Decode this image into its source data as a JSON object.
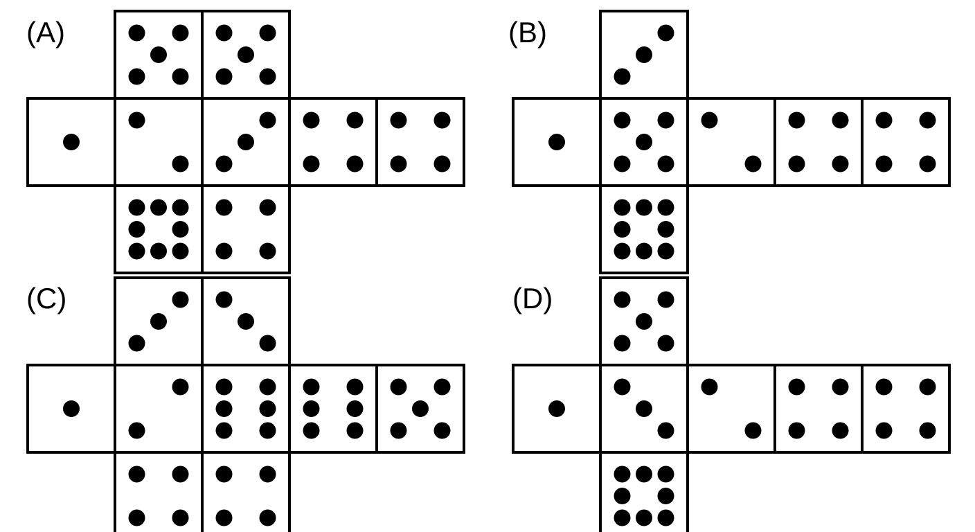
{
  "colors": {
    "line": "#000000",
    "pip": "#000000",
    "background": "#ffffff"
  },
  "options": [
    {
      "label": "(A)",
      "faces": [
        {
          "cell": [
            1,
            0
          ],
          "pips": [
            "tl",
            "tr",
            "c",
            "bl",
            "br"
          ]
        },
        {
          "cell": [
            2,
            0
          ],
          "pips": [
            "tl",
            "tr",
            "c",
            "bl",
            "br"
          ]
        },
        {
          "cell": [
            0,
            1
          ],
          "pips": [
            "c"
          ]
        },
        {
          "cell": [
            1,
            1
          ],
          "pips": [
            "tl",
            "br"
          ]
        },
        {
          "cell": [
            2,
            1
          ],
          "pips": [
            "tr",
            "c",
            "bl"
          ]
        },
        {
          "cell": [
            3,
            1
          ],
          "pips": [
            "tl",
            "tr",
            "bl",
            "br"
          ]
        },
        {
          "cell": [
            4,
            1
          ],
          "pips": [
            "tl",
            "tr",
            "bl",
            "br"
          ]
        },
        {
          "cell": [
            1,
            2
          ],
          "pips": [
            "tl",
            "tc",
            "tr",
            "ml",
            "mr",
            "bl",
            "bc",
            "br"
          ]
        },
        {
          "cell": [
            2,
            2
          ],
          "pips": [
            "tl",
            "tr",
            "bl",
            "br"
          ]
        }
      ]
    },
    {
      "label": "(B)",
      "faces": [
        {
          "cell": [
            1,
            0
          ],
          "pips": [
            "tr",
            "c",
            "bl"
          ]
        },
        {
          "cell": [
            0,
            1
          ],
          "pips": [
            "c"
          ]
        },
        {
          "cell": [
            1,
            1
          ],
          "pips": [
            "tl",
            "tr",
            "c",
            "bl",
            "br"
          ]
        },
        {
          "cell": [
            2,
            1
          ],
          "pips": [
            "tl",
            "br"
          ]
        },
        {
          "cell": [
            3,
            1
          ],
          "pips": [
            "tl",
            "tr",
            "bl",
            "br"
          ]
        },
        {
          "cell": [
            4,
            1
          ],
          "pips": [
            "tl",
            "tr",
            "bl",
            "br"
          ]
        },
        {
          "cell": [
            1,
            2
          ],
          "pips": [
            "tl",
            "tc",
            "tr",
            "ml",
            "mr",
            "bl",
            "bc",
            "br"
          ]
        }
      ]
    },
    {
      "label": "(C)",
      "faces": [
        {
          "cell": [
            1,
            0
          ],
          "pips": [
            "tr",
            "c",
            "bl"
          ]
        },
        {
          "cell": [
            2,
            0
          ],
          "pips": [
            "tl",
            "c",
            "br"
          ]
        },
        {
          "cell": [
            0,
            1
          ],
          "pips": [
            "c"
          ]
        },
        {
          "cell": [
            1,
            1
          ],
          "pips": [
            "tr",
            "bl"
          ]
        },
        {
          "cell": [
            2,
            1
          ],
          "pips": [
            "tl",
            "tr",
            "ml",
            "mr",
            "bl",
            "br"
          ]
        },
        {
          "cell": [
            3,
            1
          ],
          "pips": [
            "tl",
            "tr",
            "ml",
            "mr",
            "bl",
            "br"
          ]
        },
        {
          "cell": [
            4,
            1
          ],
          "pips": [
            "tl",
            "tr",
            "c",
            "bl",
            "br"
          ]
        },
        {
          "cell": [
            1,
            2
          ],
          "pips": [
            "tl",
            "tr",
            "bl",
            "br"
          ]
        },
        {
          "cell": [
            2,
            2
          ],
          "pips": [
            "tl",
            "tr",
            "bl",
            "br"
          ]
        }
      ]
    },
    {
      "label": "(D)",
      "faces": [
        {
          "cell": [
            1,
            0
          ],
          "pips": [
            "tl",
            "tr",
            "c",
            "bl",
            "br"
          ]
        },
        {
          "cell": [
            0,
            1
          ],
          "pips": [
            "c"
          ]
        },
        {
          "cell": [
            1,
            1
          ],
          "pips": [
            "tl",
            "c",
            "br"
          ]
        },
        {
          "cell": [
            2,
            1
          ],
          "pips": [
            "tl",
            "br"
          ]
        },
        {
          "cell": [
            3,
            1
          ],
          "pips": [
            "tl",
            "tr",
            "bl",
            "br"
          ]
        },
        {
          "cell": [
            4,
            1
          ],
          "pips": [
            "tl",
            "tr",
            "bl",
            "br"
          ]
        },
        {
          "cell": [
            1,
            2
          ],
          "pips": [
            "tl",
            "tc",
            "tr",
            "ml",
            "mr",
            "bl",
            "bc",
            "br"
          ]
        }
      ]
    }
  ]
}
